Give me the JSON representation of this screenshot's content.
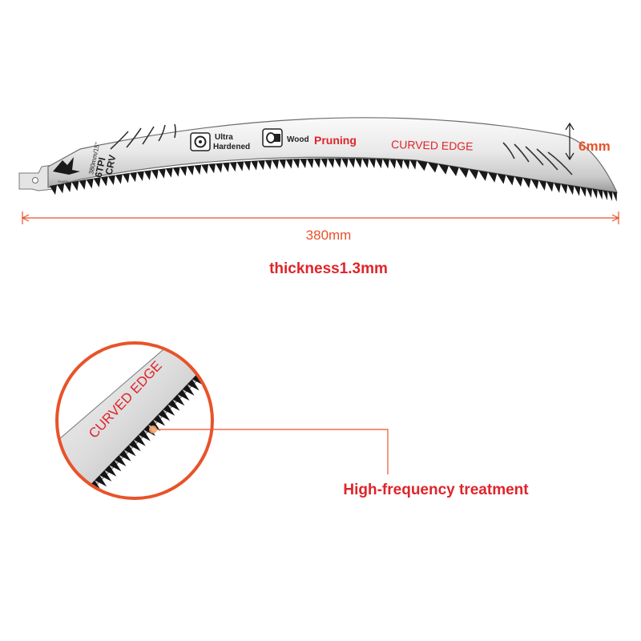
{
  "blade": {
    "brand_mark": "SHARK",
    "size_text": "380mm/15\"",
    "tpi": "6TPI",
    "material": "CRV",
    "ultra_line1": "Ultra",
    "ultra_line2": "Hardened",
    "wood": "Wood",
    "pruning": "Pruning",
    "curved_edge": "CURVED EDGE",
    "icons": [
      "saw-blade-icon",
      "wood-log-icon"
    ]
  },
  "dimensions": {
    "height": "6mm",
    "length": "380mm",
    "thickness": "thickness1.3mm"
  },
  "zoom": {
    "curved_edge": "CURVED EDGE",
    "callout": "High-frequency treatment"
  },
  "colors": {
    "accent": "#e8532a",
    "text_red": "#e0242a",
    "blade_light": "#f2f2f2",
    "blade_dark": "#8e8e8e",
    "teeth": "#1a1a1a"
  }
}
